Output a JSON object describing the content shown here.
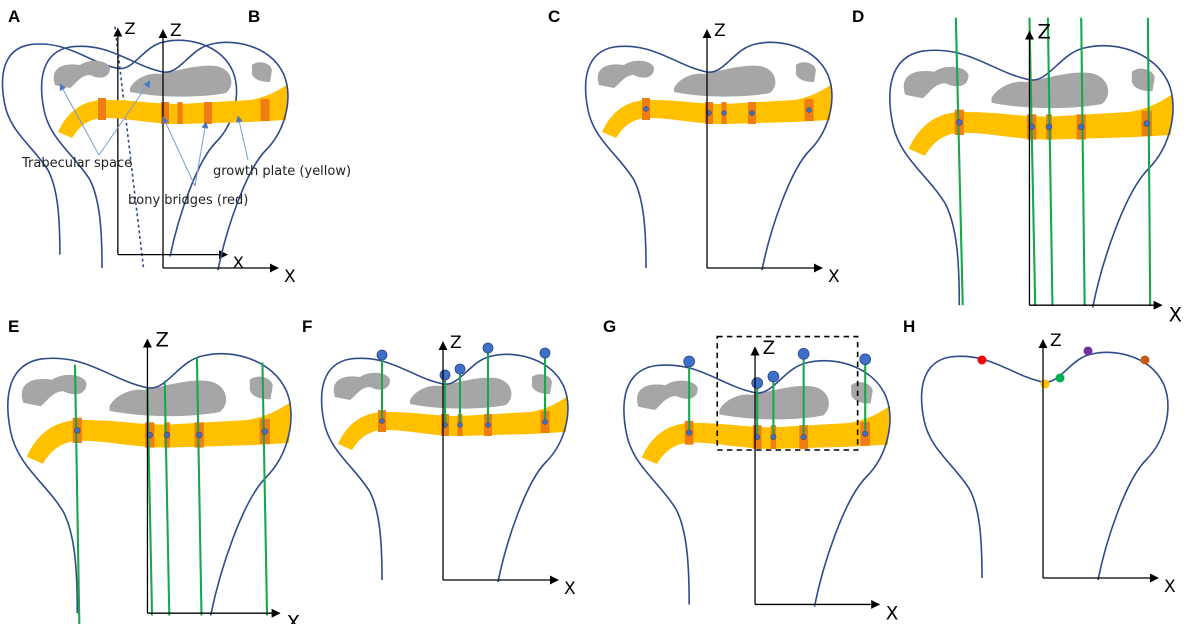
{
  "axis_labels": {
    "z": "Z",
    "x": "X"
  },
  "colors": {
    "outline": "#2f4b8a",
    "growth_plate": "#ffc000",
    "bony_bridge": "#f07d13",
    "trabecular": "#a6a6a6",
    "trajectory": "#1aa64a",
    "surface_point": "#3f6fc8",
    "annotation_arrow": "#7a9cd6"
  },
  "panels": [
    {
      "letter": "A",
      "features": [
        "outline",
        "axes",
        "dashed-axis"
      ]
    },
    {
      "letter": "B",
      "features": [
        "outline",
        "axes",
        "trabecular",
        "plate",
        "bridges",
        "annotations"
      ]
    },
    {
      "letter": "C",
      "features": [
        "outline",
        "axes",
        "trabecular",
        "plate",
        "bridges",
        "bridge-centers"
      ]
    },
    {
      "letter": "D",
      "features": [
        "outline",
        "axes",
        "trabecular",
        "plate",
        "bridges",
        "bridge-centers",
        "full-lines"
      ]
    },
    {
      "letter": "E",
      "features": [
        "outline",
        "axes",
        "trabecular",
        "plate",
        "bridges",
        "bridge-centers",
        "surface-lines"
      ]
    },
    {
      "letter": "F",
      "features": [
        "outline",
        "axes",
        "trabecular",
        "plate",
        "bridges",
        "bridge-centers",
        "projections"
      ]
    },
    {
      "letter": "G",
      "features": [
        "outline",
        "axes",
        "trabecular",
        "plate",
        "bridges",
        "bridge-centers",
        "projections",
        "zoom-box"
      ]
    },
    {
      "letter": "H",
      "features": [
        "outline",
        "axes",
        "colored-points"
      ]
    }
  ],
  "annotations": {
    "trabecular_space": "Trabecular space",
    "bony_bridges": "bony bridges (red)",
    "growth_plate": "growth plate (yellow)"
  },
  "point_colors": [
    "#ff0000",
    "#ffc000",
    "#00b050",
    "#7030a0",
    "#c55a11"
  ]
}
